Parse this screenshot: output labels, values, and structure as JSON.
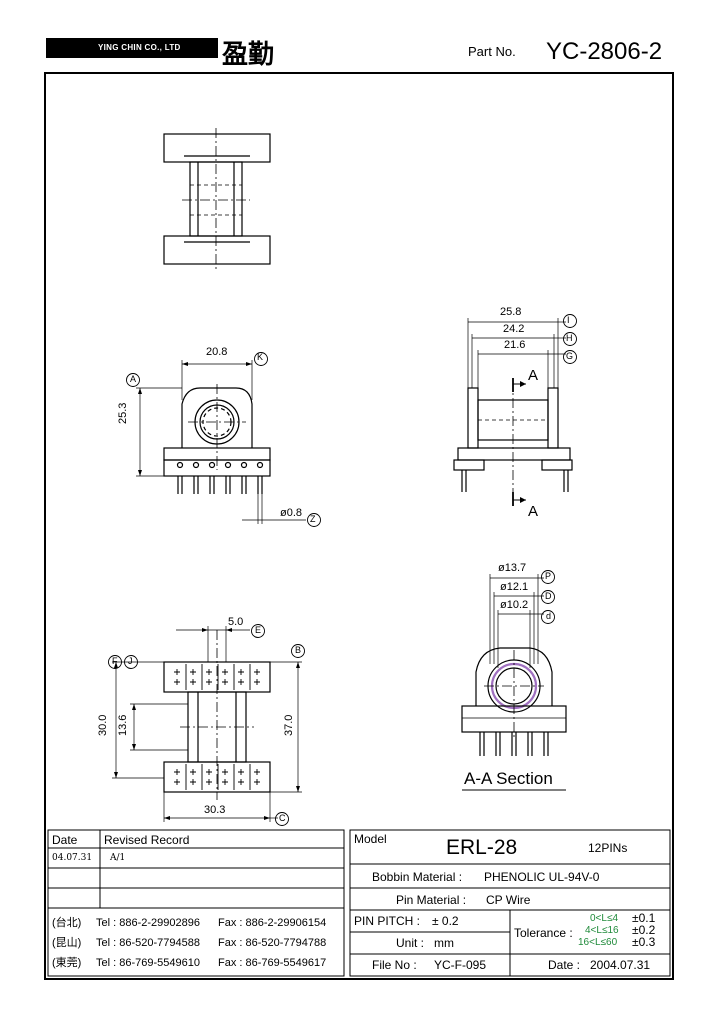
{
  "header": {
    "company": "YING CHIN CO., LTD",
    "company_cn": "盈勤",
    "part_no_label": "Part No.",
    "part_no": "YC-2806-2"
  },
  "dimensions": {
    "top_view": {
      "width": "20.8",
      "width_label": "K",
      "height": "25.3",
      "height_label": "A",
      "pin_dia": "ø0.8",
      "pin_label": "Z"
    },
    "side_view": {
      "d1": "25.8",
      "d1_label": "I",
      "d2": "24.2",
      "d2_label": "H",
      "d3": "21.6",
      "d3_label": "G",
      "section_mark": "A"
    },
    "section_view": {
      "d1": "ø13.7",
      "d1_label": "P",
      "d2": "ø12.1",
      "d2_label": "D",
      "d3": "ø10.2",
      "d3_label": "d",
      "caption": "A-A Section"
    },
    "bottom_view": {
      "gap": "5.0",
      "gap_label": "E",
      "left_labels": [
        "F",
        "J"
      ],
      "right_label": "B",
      "h_outer": "30.0",
      "h_inner": "13.6",
      "h_right": "37.0",
      "width": "30.3",
      "width_label": "C"
    }
  },
  "revision": {
    "col_date": "Date",
    "col_record": "Revised Record",
    "rows": [
      {
        "date": "04.07.31",
        "record": "A/1"
      }
    ]
  },
  "contacts": [
    {
      "region": "(台北)",
      "tel": "Tel : 886-2-29902896",
      "fax": "Fax : 886-2-29906154"
    },
    {
      "region": "(昆山)",
      "tel": "Tel : 86-520-7794588",
      "fax": "Fax : 86-520-7794788"
    },
    {
      "region": "(東莞)",
      "tel": "Tel : 86-769-5549610",
      "fax": "Fax : 86-769-5549617"
    }
  ],
  "spec": {
    "model_label": "Model",
    "model": "ERL-28",
    "pins": "12PINs",
    "bobbin_material_label": "Bobbin  Material :",
    "bobbin_material": "PHENOLIC UL-94V-0",
    "pin_material_label": "Pin  Material :",
    "pin_material": "CP Wire",
    "pitch_label": "PIN  PITCH :",
    "pitch": "± 0.2",
    "unit_label": "Unit :",
    "unit": "mm",
    "tolerance_label": "Tolerance :",
    "tolerance_rows": [
      {
        "range": "0<L≤4",
        "value": "±0.1"
      },
      {
        "range": "4<L≤16",
        "value": "±0.2"
      },
      {
        "range": "16<L≤60",
        "value": "±0.3"
      }
    ],
    "file_label": "File  No :",
    "file_no": "YC-F-095",
    "date_label": "Date :",
    "date": "2004.07.31"
  },
  "colors": {
    "ink": "#000000",
    "tolerance_green": "#1f8a3a",
    "coil_highlight": "#a070c0"
  }
}
